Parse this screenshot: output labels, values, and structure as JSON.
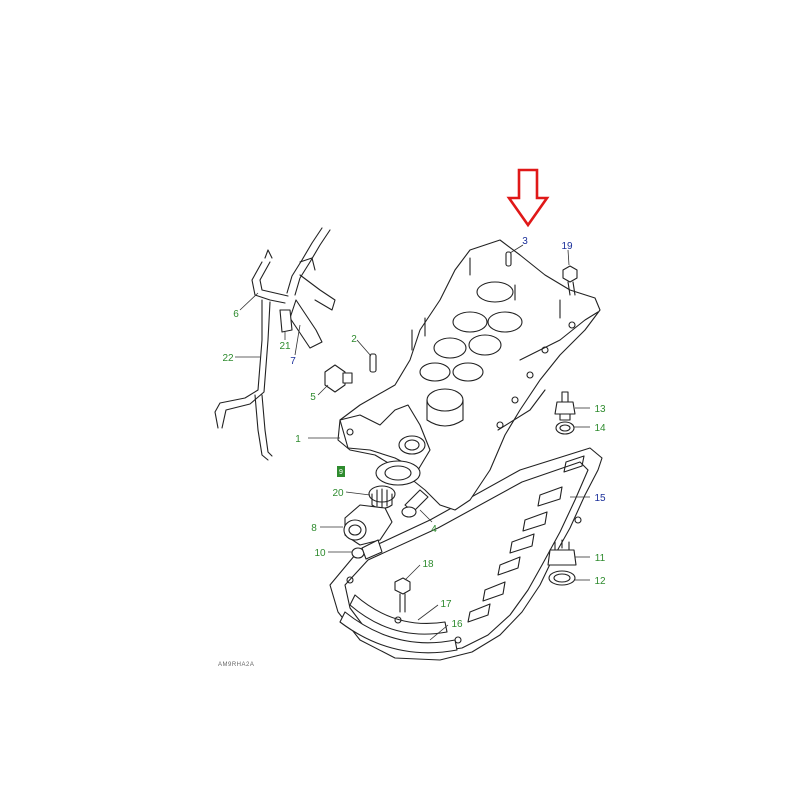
{
  "colors": {
    "label_green": "#2e8b2e",
    "label_blue": "#1a2f9a",
    "arrow_red": "#e01818",
    "line": "#222222",
    "background": "#ffffff"
  },
  "callouts": [
    {
      "id": "1",
      "text": "1",
      "color": "green"
    },
    {
      "id": "2",
      "text": "2",
      "color": "green"
    },
    {
      "id": "3",
      "text": "3",
      "color": "blue"
    },
    {
      "id": "4",
      "text": "4",
      "color": "green"
    },
    {
      "id": "5",
      "text": "5",
      "color": "green"
    },
    {
      "id": "6",
      "text": "6",
      "color": "green"
    },
    {
      "id": "7",
      "text": "7",
      "color": "blue"
    },
    {
      "id": "8",
      "text": "8",
      "color": "green"
    },
    {
      "id": "10",
      "text": "10",
      "color": "green"
    },
    {
      "id": "11",
      "text": "11",
      "color": "green"
    },
    {
      "id": "12",
      "text": "12",
      "color": "green"
    },
    {
      "id": "13",
      "text": "13",
      "color": "green"
    },
    {
      "id": "14",
      "text": "14",
      "color": "green"
    },
    {
      "id": "15",
      "text": "15",
      "color": "blue"
    },
    {
      "id": "16",
      "text": "16",
      "color": "green"
    },
    {
      "id": "17",
      "text": "17",
      "color": "green"
    },
    {
      "id": "18",
      "text": "18",
      "color": "green"
    },
    {
      "id": "19",
      "text": "19",
      "color": "blue"
    },
    {
      "id": "20",
      "text": "20",
      "color": "green"
    },
    {
      "id": "21",
      "text": "21",
      "color": "green"
    },
    {
      "id": "22",
      "text": "22",
      "color": "green"
    }
  ],
  "kit_tag": {
    "text": "9"
  },
  "drawing_ref": "AM9RHA2A",
  "highlight_arrow": {
    "points_to": "3"
  }
}
